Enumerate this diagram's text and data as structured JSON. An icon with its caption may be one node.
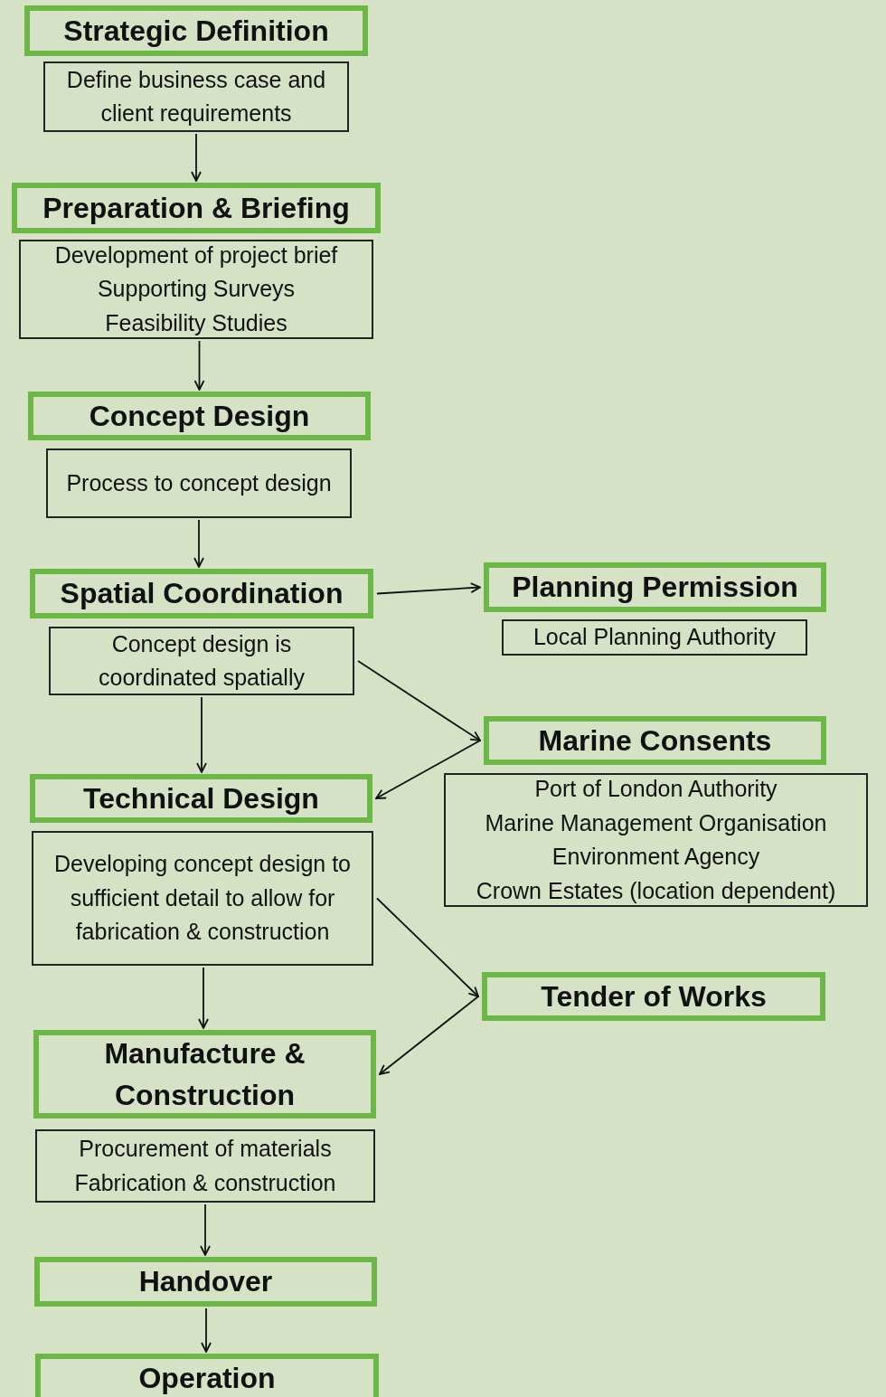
{
  "diagram": {
    "nodes": [
      {
        "text": [
          "Strategic Definition"
        ]
      },
      {
        "text": [
          "Define business case and client requirements"
        ]
      },
      {
        "text": [
          "Preparation & Briefing"
        ]
      },
      {
        "text": [
          "Development of project brief",
          "Supporting Surveys",
          "Feasibility Studies"
        ]
      },
      {
        "text": [
          "Concept Design"
        ]
      },
      {
        "text": [
          "Process to concept design"
        ]
      },
      {
        "text": [
          "Spatial Coordination"
        ]
      },
      {
        "text": [
          "Concept design is coordinated spatially"
        ]
      },
      {
        "text": [
          "Planning Permission"
        ]
      },
      {
        "text": [
          "Local Planning Authority"
        ]
      },
      {
        "text": [
          "Technical Design"
        ]
      },
      {
        "text": [
          "Developing concept design to sufficient detail to allow for fabrication & construction"
        ]
      },
      {
        "text": [
          "Marine Consents"
        ]
      },
      {
        "text": [
          "Port of London Authority",
          "Marine Management Organisation",
          "Environment Agency",
          "Crown Estates (location dependent)"
        ]
      },
      {
        "text": [
          "Tender of Works"
        ]
      },
      {
        "text": [
          "Manufacture & Construction"
        ]
      },
      {
        "text": [
          "Procurement of materials",
          "Fabrication & construction"
        ]
      },
      {
        "text": [
          "Handover"
        ]
      },
      {
        "text": [
          "Operation"
        ]
      }
    ],
    "edges": [
      {
        "from": 1,
        "to": 2,
        "arrow": "to"
      },
      {
        "from": 3,
        "to": 4,
        "arrow": "to"
      },
      {
        "from": 5,
        "to": 6,
        "arrow": "to"
      },
      {
        "from": 6,
        "to": 8,
        "arrow": "to"
      },
      {
        "from": 7,
        "to": 12,
        "arrow": "to"
      },
      {
        "from": 12,
        "to": 10,
        "arrow": "to"
      },
      {
        "from": 7,
        "to": 10,
        "arrow": "to"
      },
      {
        "from": 11,
        "to": 14,
        "arrow": "to"
      },
      {
        "from": 14,
        "to": 15,
        "arrow": "to"
      },
      {
        "from": 11,
        "to": 15,
        "arrow": "to"
      },
      {
        "from": 16,
        "to": 17,
        "arrow": "to"
      },
      {
        "from": 17,
        "to": 18,
        "arrow": "to"
      }
    ]
  }
}
